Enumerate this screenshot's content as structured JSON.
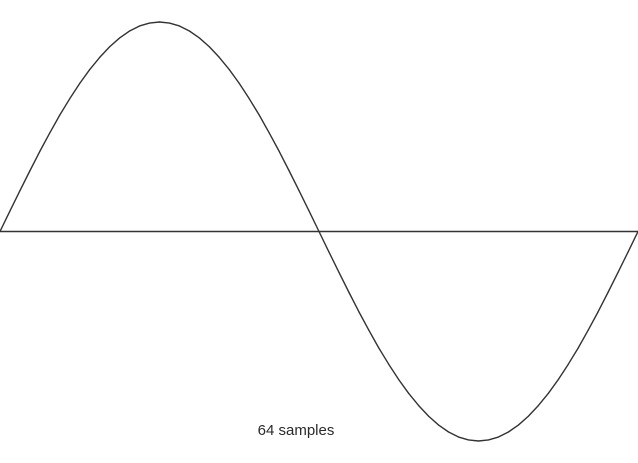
{
  "caption": "64 samples",
  "chart_data": {
    "type": "line",
    "title": "",
    "xlabel": "",
    "ylabel": "",
    "n_samples": 64,
    "xlim": [
      0,
      1
    ],
    "ylim": [
      -1,
      1
    ],
    "grid": false,
    "legend": "none",
    "baseline": 0,
    "series": [
      {
        "x": [
          0.0,
          0.015625,
          0.03125,
          0.046875,
          0.0625,
          0.078125,
          0.09375,
          0.109375,
          0.125,
          0.140625,
          0.15625,
          0.171875,
          0.1875,
          0.203125,
          0.21875,
          0.234375,
          0.25,
          0.265625,
          0.28125,
          0.296875,
          0.3125,
          0.328125,
          0.34375,
          0.359375,
          0.375,
          0.390625,
          0.40625,
          0.421875,
          0.4375,
          0.453125,
          0.46875,
          0.484375,
          0.5,
          0.515625,
          0.53125,
          0.546875,
          0.5625,
          0.578125,
          0.59375,
          0.609375,
          0.625,
          0.640625,
          0.65625,
          0.671875,
          0.6875,
          0.703125,
          0.71875,
          0.734375,
          0.75,
          0.765625,
          0.78125,
          0.796875,
          0.8125,
          0.828125,
          0.84375,
          0.859375,
          0.875,
          0.890625,
          0.90625,
          0.921875,
          0.9375,
          0.953125,
          0.96875,
          0.984375,
          1.0
        ],
        "values": [
          0.0,
          0.098,
          0.195,
          0.29,
          0.383,
          0.471,
          0.556,
          0.634,
          0.707,
          0.773,
          0.831,
          0.882,
          0.924,
          0.957,
          0.981,
          0.995,
          1.0,
          0.995,
          0.981,
          0.957,
          0.924,
          0.882,
          0.831,
          0.773,
          0.707,
          0.634,
          0.556,
          0.471,
          0.383,
          0.29,
          0.195,
          0.098,
          0.0,
          -0.098,
          -0.195,
          -0.29,
          -0.383,
          -0.471,
          -0.556,
          -0.634,
          -0.707,
          -0.773,
          -0.831,
          -0.882,
          -0.924,
          -0.957,
          -0.981,
          -0.995,
          -1.0,
          -0.995,
          -0.981,
          -0.957,
          -0.924,
          -0.882,
          -0.831,
          -0.773,
          -0.707,
          -0.634,
          -0.556,
          -0.471,
          -0.383,
          -0.29,
          -0.195,
          -0.098,
          0.0
        ],
        "color": "#333333"
      }
    ],
    "axis_color": "#333333"
  }
}
